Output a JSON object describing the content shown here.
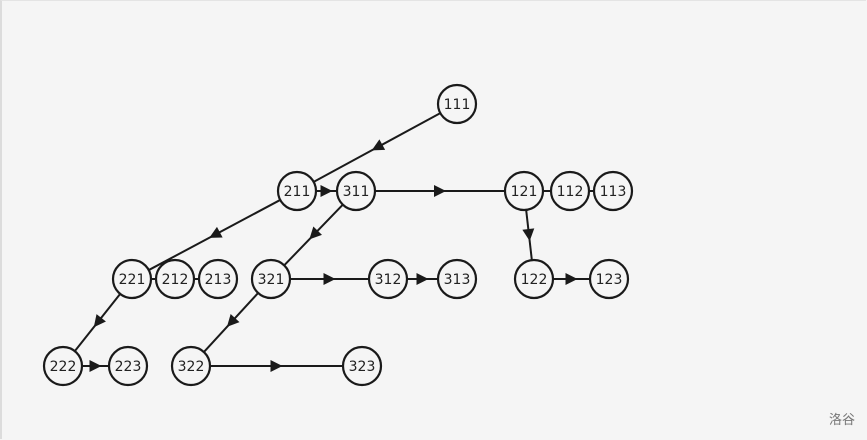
{
  "nodes": [
    "111",
    "211",
    "311",
    "121",
    "112",
    "113",
    "221",
    "212",
    "213",
    "321",
    "312",
    "313",
    "122",
    "123",
    "222",
    "223",
    "322",
    "323"
  ],
  "edges": [
    {
      "from": "111",
      "to": "211",
      "arrow": true
    },
    {
      "from": "211",
      "to": "221",
      "arrow": true
    },
    {
      "from": "211",
      "to": "311",
      "arrow": true
    },
    {
      "from": "311",
      "to": "121",
      "arrow": true
    },
    {
      "from": "121",
      "to": "112",
      "arrow": false
    },
    {
      "from": "112",
      "to": "113",
      "arrow": false
    },
    {
      "from": "121",
      "to": "122",
      "arrow": true
    },
    {
      "from": "122",
      "to": "123",
      "arrow": true
    },
    {
      "from": "311",
      "to": "321",
      "arrow": true
    },
    {
      "from": "321",
      "to": "312",
      "arrow": true
    },
    {
      "from": "312",
      "to": "313",
      "arrow": true
    },
    {
      "from": "321",
      "to": "322",
      "arrow": true
    },
    {
      "from": "322",
      "to": "323",
      "arrow": true
    },
    {
      "from": "221",
      "to": "212",
      "arrow": false
    },
    {
      "from": "212",
      "to": "213",
      "arrow": false
    },
    {
      "from": "221",
      "to": "222",
      "arrow": true
    },
    {
      "from": "222",
      "to": "223",
      "arrow": true
    }
  ],
  "watermark": "洛谷"
}
